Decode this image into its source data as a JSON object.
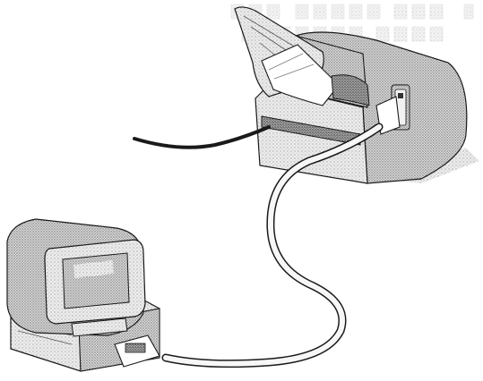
{
  "illustration": {
    "subjects": [
      "inkjet-printer",
      "desktop-computer",
      "parallel-cable",
      "power-cord"
    ],
    "header_text": "",
    "style": "grayscale stipple line drawing"
  },
  "colors": {
    "background": "#ffffff",
    "ink": "#1a1a1a",
    "stipple_dark": "#9a9a9a",
    "stipple_light": "#e6e6e6",
    "cable_fill": "#f7f7f7"
  }
}
